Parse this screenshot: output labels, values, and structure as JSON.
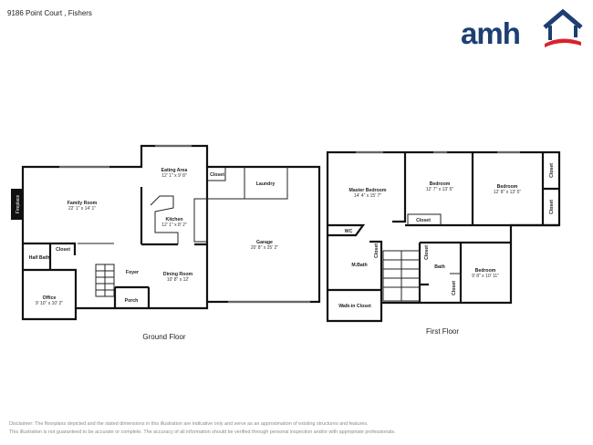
{
  "header": {
    "address": "9186 Point Court , Fishers"
  },
  "logo": {
    "text": "amh",
    "colors": {
      "navy": "#1d3f72",
      "red": "#d8232a"
    }
  },
  "ground_floor": {
    "label": "Ground Floor",
    "rooms": [
      {
        "name": "Eating Area",
        "dims": "12' 1\" x 9' 8\""
      },
      {
        "name": "Closet",
        "dims": ""
      },
      {
        "name": "Laundry",
        "dims": ""
      },
      {
        "name": "Family Room",
        "dims": "22' 1\" x 14' 1\""
      },
      {
        "name": "Kitchen",
        "dims": "12' 1\" x 8' 2\""
      },
      {
        "name": "Garage",
        "dims": "20' 8\" x 25' 2\""
      },
      {
        "name": "Closet",
        "dims": ""
      },
      {
        "name": "Half Bath",
        "dims": ""
      },
      {
        "name": "Foyer",
        "dims": ""
      },
      {
        "name": "Dining Room",
        "dims": "10' 8\" x 12'"
      },
      {
        "name": "Office",
        "dims": "9' 10\" x 10' 2\""
      },
      {
        "name": "Porch",
        "dims": ""
      }
    ],
    "fireplace": "Fireplace"
  },
  "first_floor": {
    "label": "First Floor",
    "rooms": [
      {
        "name": "Master Bedroom",
        "dims": "14' 4\" x 15' 7\""
      },
      {
        "name": "Bedroom",
        "dims": "12' 7\" x 13' 5\""
      },
      {
        "name": "Bedroom",
        "dims": "12' 8\" x 13' 5\""
      },
      {
        "name": "Closet",
        "dims": ""
      },
      {
        "name": "WC",
        "dims": ""
      },
      {
        "name": "M.Bath",
        "dims": ""
      },
      {
        "name": "Bath",
        "dims": ""
      },
      {
        "name": "Bedroom",
        "dims": "9' 8\" x 10' 11\""
      },
      {
        "name": "Walk-in Closet",
        "dims": ""
      }
    ],
    "closets": [
      "Closet",
      "Closet",
      "Closet",
      "Closet",
      "Closet"
    ]
  },
  "footer": {
    "line1": "Disclaimer: The floorplans depicted and the stated dimensions in this illustration are indicative only and serve as an approximation of existing structures and features.",
    "line2": "This illustration is not guaranteed to be accurate or complete. The accuracy of all information should be verified through personal inspection and/or with appropriate professionals."
  }
}
